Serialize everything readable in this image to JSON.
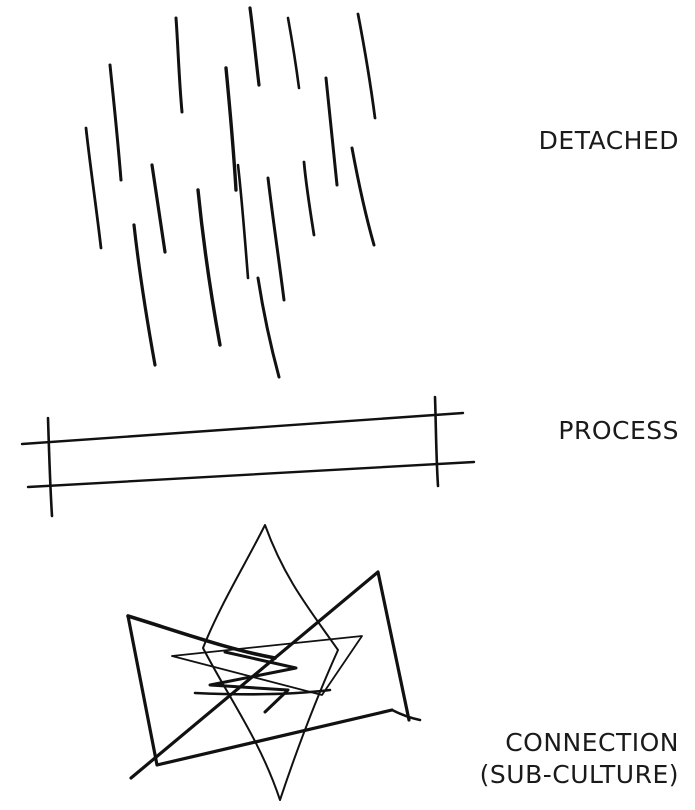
{
  "labels": {
    "detached": "DETACHED",
    "process": "PROCESS",
    "connection_line1": "CONNECTION",
    "connection_line2": "(SUB-CULTURE)"
  },
  "colors": {
    "background": "#ffffff",
    "ink": "#111111"
  }
}
